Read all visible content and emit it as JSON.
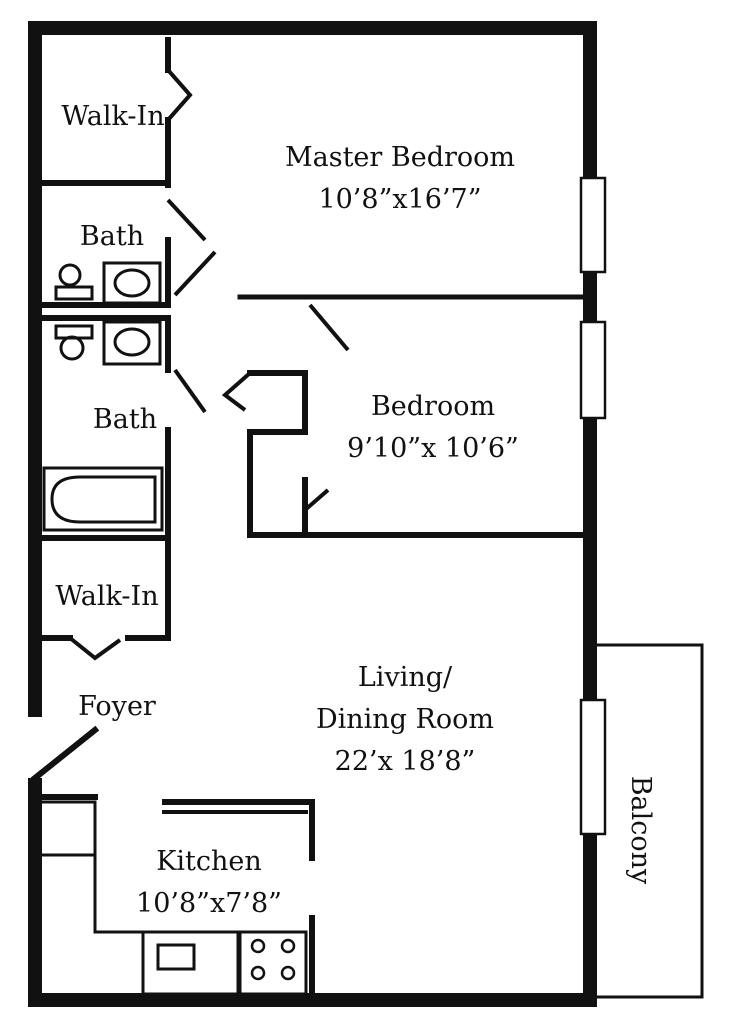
{
  "colors": {
    "wall": "#111111",
    "background": "#ffffff"
  },
  "rooms": {
    "walkin_top": {
      "name": "Walk-In"
    },
    "master_bedroom": {
      "name": "Master Bedroom",
      "dimensions": "10’8”x16’7”"
    },
    "bath_upper": {
      "name": "Bath"
    },
    "bath_lower": {
      "name": "Bath"
    },
    "bedroom": {
      "name": "Bedroom",
      "dimensions": "9’10”x 10’6”"
    },
    "walkin_bottom": {
      "name": "Walk-In"
    },
    "foyer": {
      "name": "Foyer"
    },
    "living_dining": {
      "name_line1": "Living/",
      "name_line2": "Dining Room",
      "dimensions": "22’x 18’8”"
    },
    "kitchen": {
      "name": "Kitchen",
      "dimensions": "10’8”x7’8”"
    },
    "balcony": {
      "name": "Balcony"
    }
  }
}
